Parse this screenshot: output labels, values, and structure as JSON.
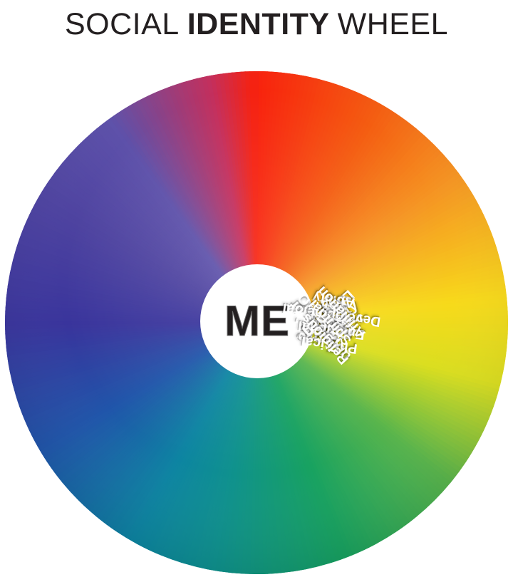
{
  "title": {
    "part1": "SOCIAL",
    "part2": "IDENTITY",
    "part3": "WHEEL"
  },
  "wheel": {
    "center_label": "ME",
    "segments": [
      {
        "id": "race",
        "label": "Race",
        "lines": [
          "Race"
        ],
        "angle_deg": -65,
        "color": "#F4220E"
      },
      {
        "id": "ethnicity",
        "label": "Ethnicity",
        "lines": [
          "Ethnicity"
        ],
        "angle_deg": -35,
        "color": "#F5460E"
      },
      {
        "id": "ses",
        "label": "Socio- Economic Class",
        "lines": [
          "Socio-",
          "Economic",
          "Class"
        ],
        "angle_deg": -8,
        "color": "#F58A1C"
      },
      {
        "id": "gender",
        "label": "Gender",
        "lines": [
          "Gender"
        ],
        "angle_deg": 18,
        "color": "#F9B511"
      },
      {
        "id": "sexorient",
        "label": "Sexual Orientation",
        "lines": [
          "Sexual",
          "Orientation"
        ],
        "angle_deg": 52,
        "color": "#D4DA18"
      },
      {
        "id": "age",
        "label": "Age",
        "lines": [
          "Age"
        ],
        "angle_deg": 76,
        "color": "#54B243"
      },
      {
        "id": "natorigin",
        "label": "National Origin",
        "lines": [
          "National",
          "Origin"
        ],
        "angle_deg": 104,
        "color": "#17A05A"
      },
      {
        "id": "firstlang",
        "label": "First Language",
        "lines": [
          "First",
          "Language"
        ],
        "angle_deg": 138,
        "color": "#0C74B5"
      },
      {
        "id": "ability",
        "label": "Physical, Emotional, Developmental Ability",
        "lines": [
          "Physical,",
          "Emotional,",
          "Developmental",
          "Ability"
        ],
        "angle_deg": 188,
        "color": "#2B3A94"
      },
      {
        "id": "religion",
        "label": "Religious or Spiritual Affiliation",
        "lines": [
          "Religious or",
          "Spiritual",
          "Affiliation"
        ],
        "angle_deg": 228,
        "color": "#5A4DA8"
      }
    ],
    "gradient_stops": [
      {
        "angle_deg": 0,
        "color": "#F81C08"
      },
      {
        "angle_deg": 30,
        "color": "#F4590C"
      },
      {
        "angle_deg": 55,
        "color": "#F5941E"
      },
      {
        "angle_deg": 85,
        "color": "#F7D916"
      },
      {
        "angle_deg": 105,
        "color": "#D9DD1B"
      },
      {
        "angle_deg": 130,
        "color": "#55B348"
      },
      {
        "angle_deg": 160,
        "color": "#13A05D"
      },
      {
        "angle_deg": 190,
        "color": "#0A8F8B"
      },
      {
        "angle_deg": 210,
        "color": "#0882A0"
      },
      {
        "angle_deg": 240,
        "color": "#1B52A8"
      },
      {
        "angle_deg": 270,
        "color": "#35309A"
      },
      {
        "angle_deg": 300,
        "color": "#4A3F9E"
      },
      {
        "angle_deg": 325,
        "color": "#5A4DA8"
      },
      {
        "angle_deg": 350,
        "color": "#C32A58"
      },
      {
        "angle_deg": 360,
        "color": "#F81C08"
      }
    ],
    "hub_color": "#FFFFFF",
    "text_color": "#FFFFFF",
    "title_color": "#231F20"
  }
}
